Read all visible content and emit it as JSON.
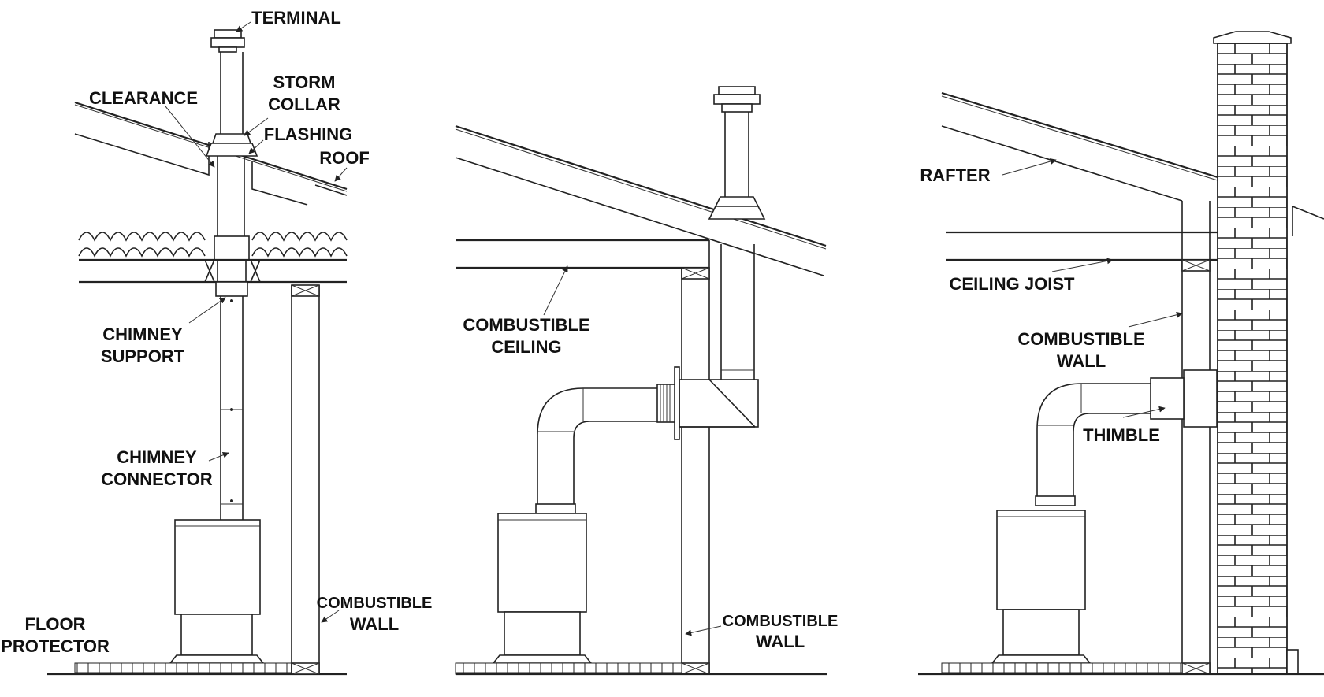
{
  "panel_left": {
    "labels": {
      "terminal": "TERMINAL",
      "clearance": "CLEARANCE",
      "storm": "STORM",
      "collar": "COLLAR",
      "flashing": "FLASHING",
      "roof": "ROOF",
      "chimney_support_1": "CHIMNEY",
      "chimney_support_2": "SUPPORT",
      "chimney_connector_1": "CHIMNEY",
      "chimney_connector_2": "CONNECTOR",
      "combustible_wall_1": "COMBUSTIBLE",
      "combustible_wall_2": "WALL",
      "floor_protector_1": "FLOOR",
      "floor_protector_2": "PROTECTOR"
    }
  },
  "panel_middle": {
    "labels": {
      "combustible_ceiling_1": "COMBUSTIBLE",
      "combustible_ceiling_2": "CEILING",
      "combustible_wall_1": "COMBUSTIBLE",
      "combustible_wall_2": "WALL"
    }
  },
  "panel_right": {
    "labels": {
      "rafter": "RAFTER",
      "ceiling_joist": "CEILING JOIST",
      "combustible_wall_1": "COMBUSTIBLE",
      "combustible_wall_2": "WALL",
      "thimble": "THIMBLE"
    }
  }
}
